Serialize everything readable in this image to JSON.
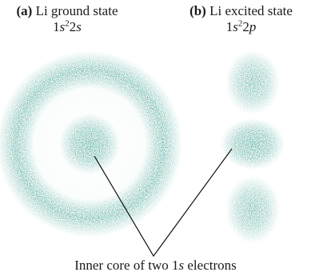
{
  "panel_a": {
    "tag": "(a)",
    "name": "Li ground state",
    "config_parts": [
      "1",
      "s",
      "2",
      "2",
      "s"
    ]
  },
  "panel_b": {
    "tag": "(b)",
    "name": "Li excited state",
    "config_parts": [
      "1",
      "s",
      "2",
      "2",
      "p"
    ]
  },
  "caption": {
    "prefix": "Inner core of two 1",
    "orbital": "s",
    "suffix": " electrons"
  },
  "colors": {
    "cloud": "#1f8f7f",
    "line": "#111111"
  }
}
